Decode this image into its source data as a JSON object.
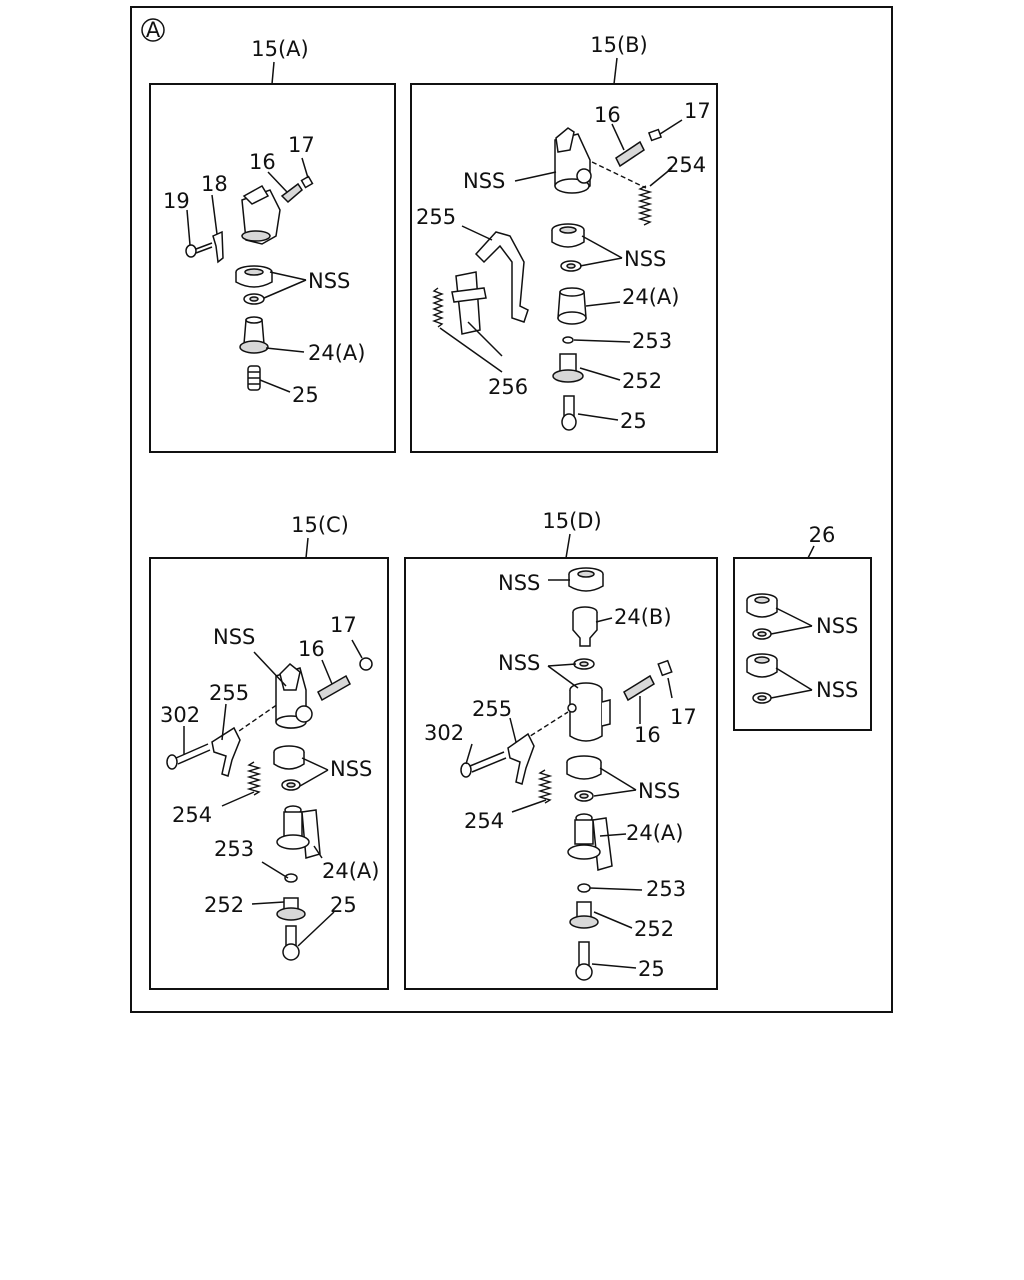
{
  "figure_marker": "A",
  "panels": {
    "a": {
      "title": "15(A)",
      "labels": {
        "p19": "19",
        "p18": "18",
        "p16": "16",
        "p17": "17",
        "nss": "NSS",
        "p24a": "24(A)",
        "p25": "25"
      }
    },
    "b": {
      "title": "15(B)",
      "labels": {
        "p16": "16",
        "p17": "17",
        "nss_top": "NSS",
        "p254": "254",
        "p255": "255",
        "nss_mid": "NSS",
        "p24a": "24(A)",
        "p253": "253",
        "p256": "256",
        "p252": "252",
        "p25": "25"
      }
    },
    "c": {
      "title": "15(C)",
      "labels": {
        "nss_top": "NSS",
        "p17": "17",
        "p16": "16",
        "p255": "255",
        "p302": "302",
        "nss_mid": "NSS",
        "p254": "254",
        "p253": "253",
        "p24a": "24(A)",
        "p252": "252",
        "p25": "25"
      }
    },
    "d": {
      "title": "15(D)",
      "labels": {
        "nss_top": "NSS",
        "p24b": "24(B)",
        "nss_mid": "NSS",
        "p255": "255",
        "p302": "302",
        "p17": "17",
        "p16": "16",
        "nss_low": "NSS",
        "p254": "254",
        "p24a": "24(A)",
        "p253": "253",
        "p252": "252",
        "p25": "25"
      }
    },
    "e": {
      "title": "26",
      "labels": {
        "nss_1": "NSS",
        "nss_2": "NSS"
      }
    }
  }
}
